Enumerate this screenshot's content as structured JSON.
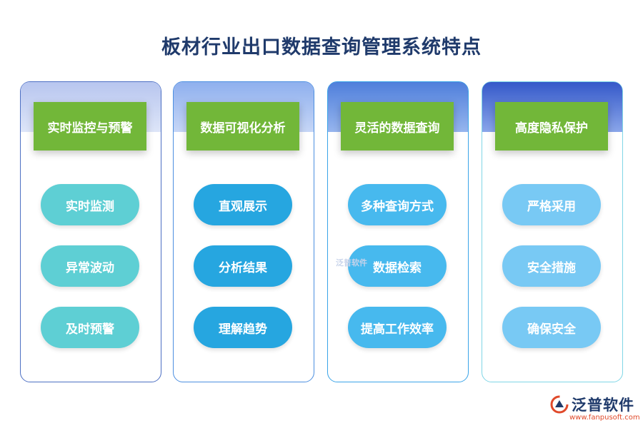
{
  "title": "板材行业出口数据查询管理系统特点",
  "columns": [
    {
      "header": "实时监控与预警",
      "items": [
        "实时监测",
        "异常波动",
        "及时预警"
      ]
    },
    {
      "header": "数据可视化分析",
      "items": [
        "直观展示",
        "分析结果",
        "理解趋势"
      ]
    },
    {
      "header": "灵活的数据查询",
      "items": [
        "多种查询方式",
        "数据检索",
        "提高工作效率"
      ]
    },
    {
      "header": "高度隐私保护",
      "items": [
        "严格采用",
        "安全措施",
        "确保安全"
      ]
    }
  ],
  "watermark": "泛普软件",
  "logo": {
    "brand": "泛普软件",
    "url": "www.fanpusoft.com"
  }
}
